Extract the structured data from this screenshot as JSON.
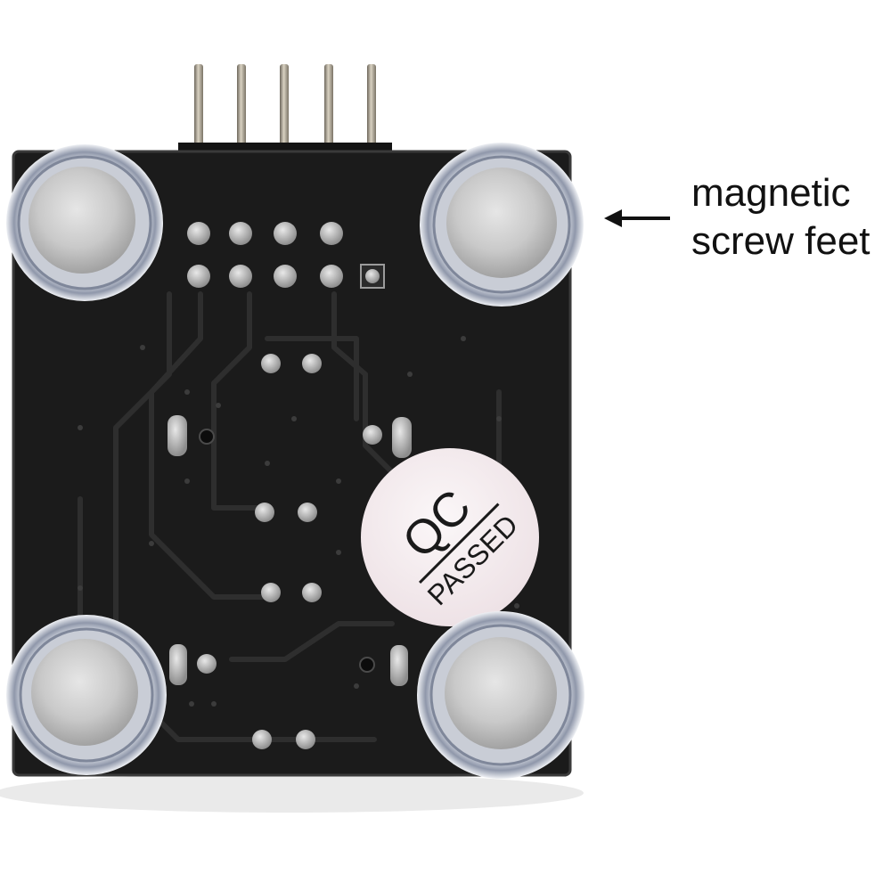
{
  "callout": {
    "line1": "magnetic",
    "line2": "screw feet",
    "arrow_icon": "left-arrow-icon"
  },
  "sticker": {
    "line1": "QC",
    "line2": "PASSED"
  },
  "colors": {
    "board": "#1b1b1b",
    "board_edge": "#2a2a2a",
    "trace": "#2d2d2d",
    "pin": "#b8b0a0",
    "magnet": "#cfcfcf",
    "ring": "#9ea7b8",
    "sticker": "#f4ecef"
  }
}
